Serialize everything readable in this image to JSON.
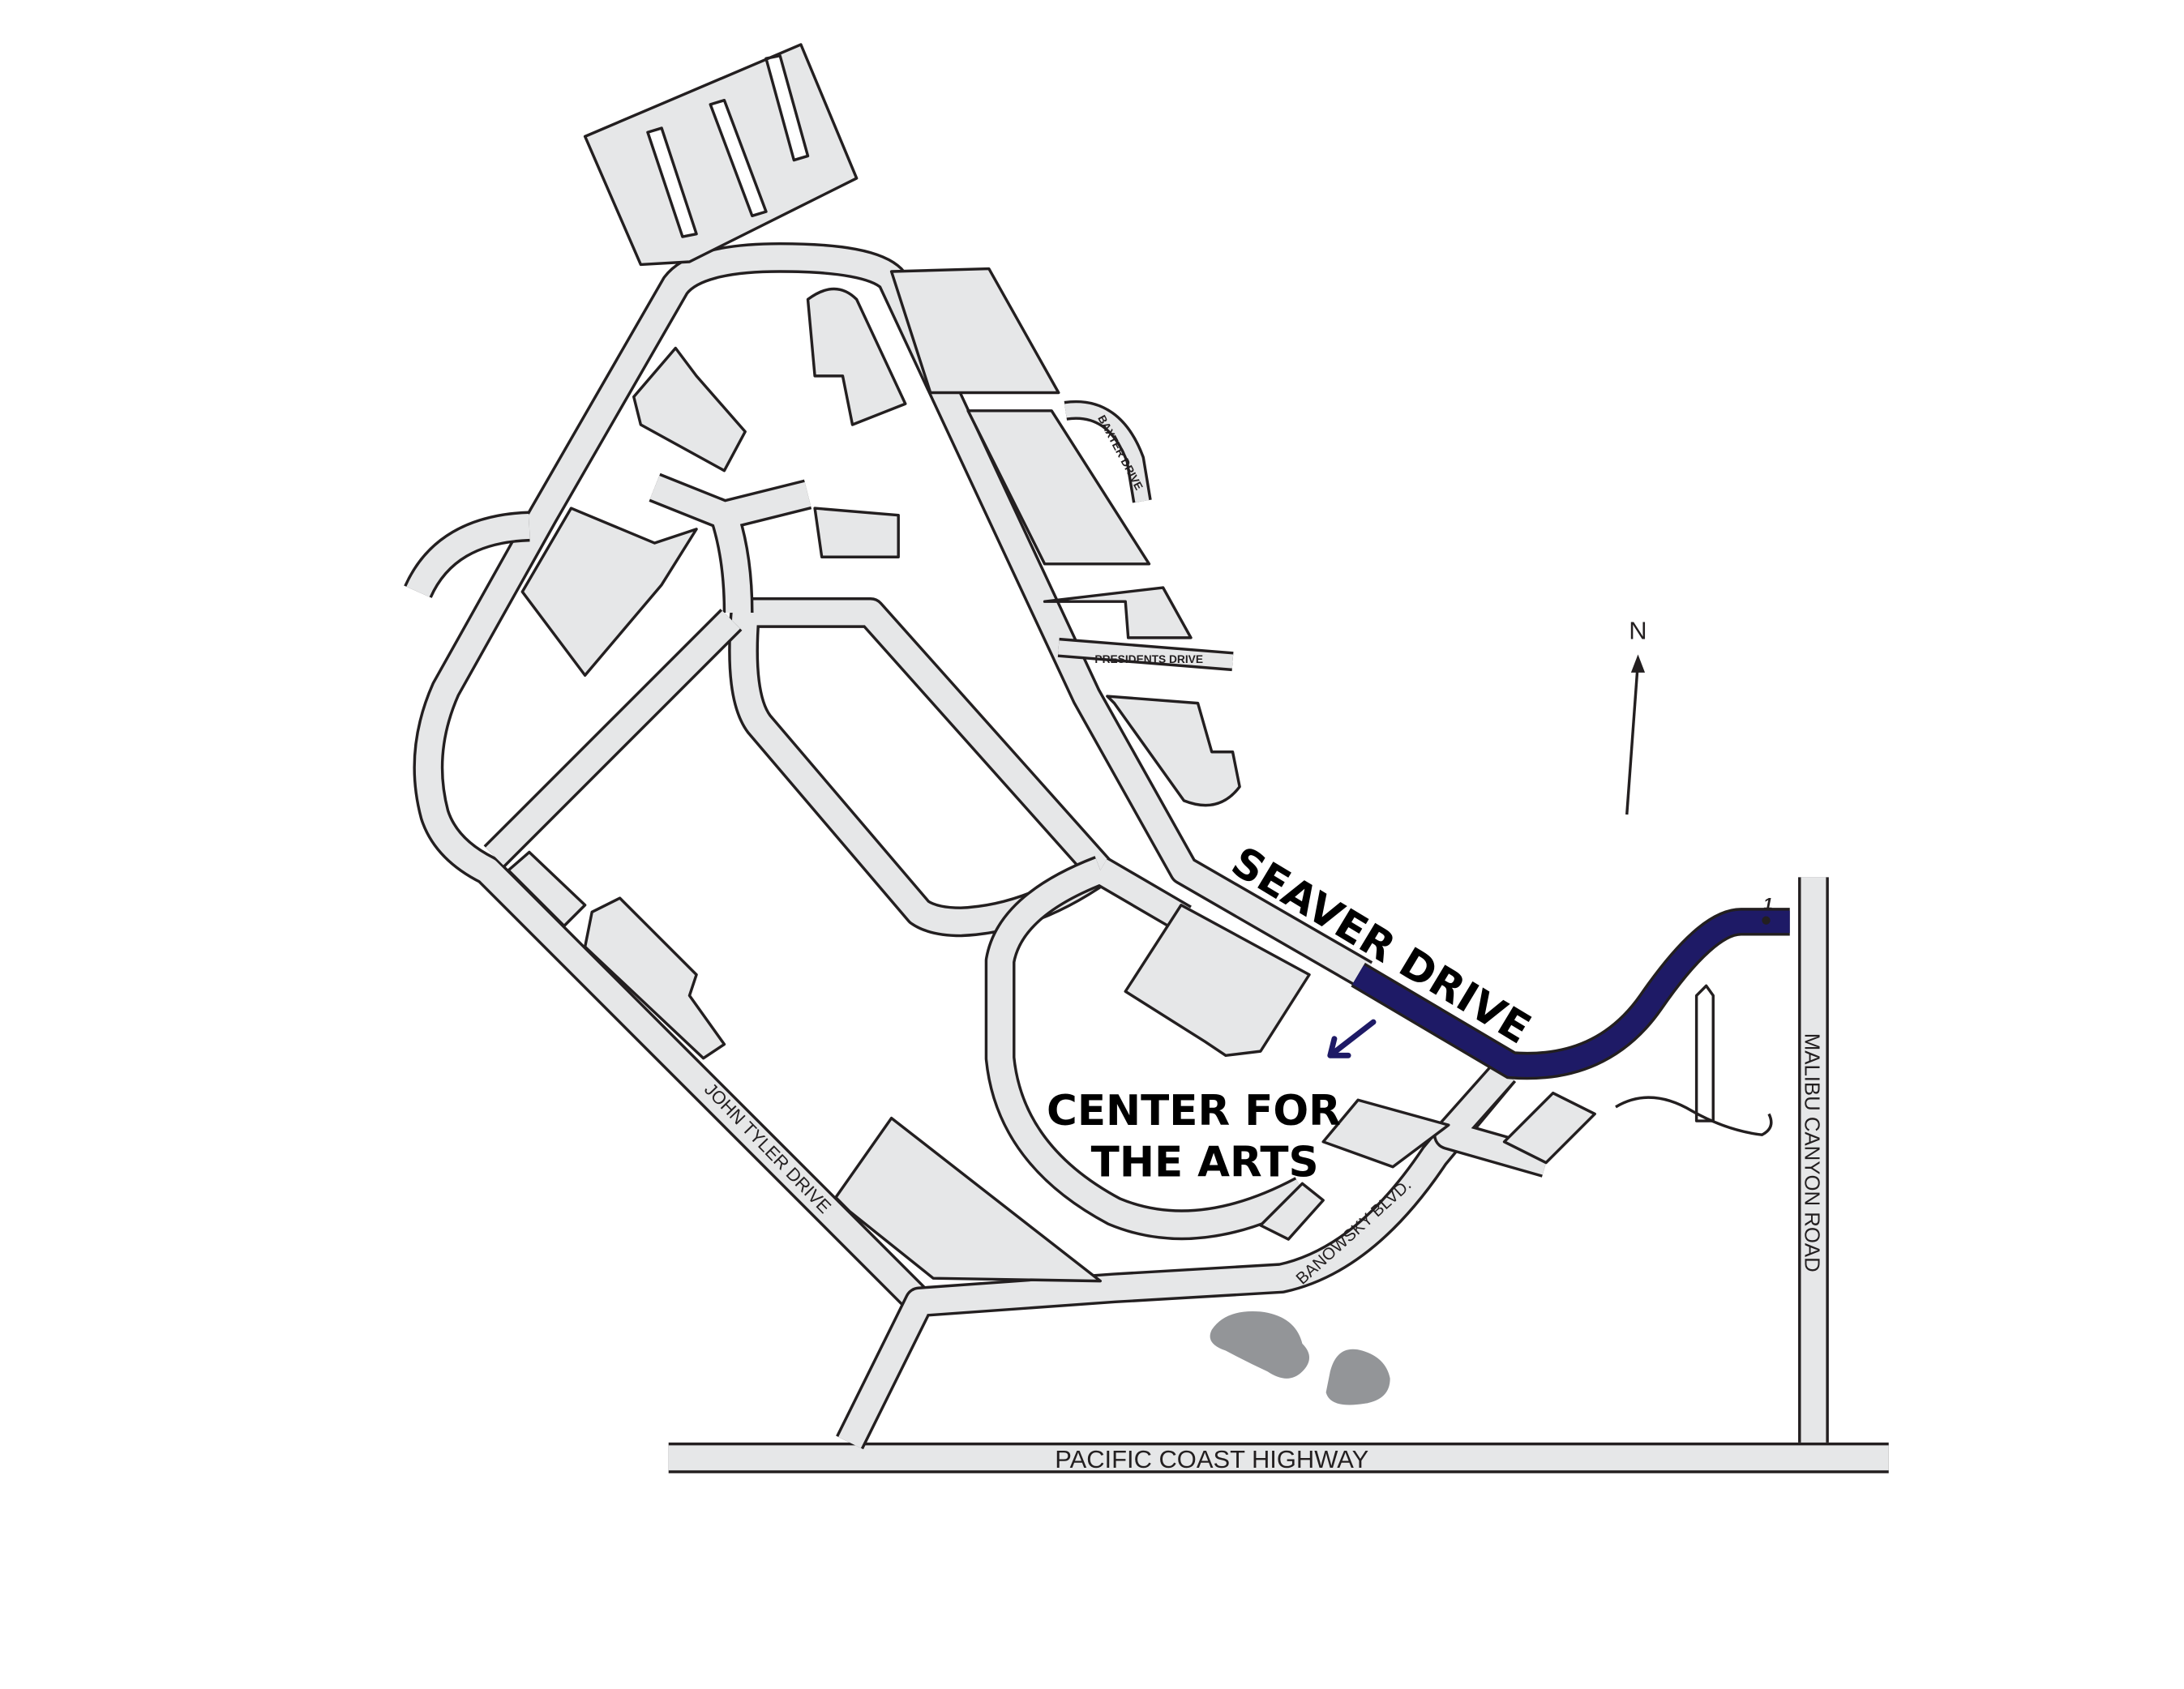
{
  "map": {
    "highlight_color": "#1e1a66",
    "road_fill": "#e6e7e8",
    "pond_color": "#939598",
    "labels": {
      "seaver_drive": "SEAVER DRIVE",
      "destination_line1": "CENTER FOR",
      "destination_line2": "THE ARTS",
      "john_tyler_drive": "JOHN TYLER DRIVE",
      "banowsky_blvd": "BANOWSKY BLVD.",
      "malibu_canyon_road": "MALIBU CANYON ROAD",
      "pacific_coast_highway": "PACIFIC  COAST  HIGHWAY",
      "baxter_drive": "BAXTER DRIVE",
      "presidents_drive": "PRESIDENTS DRIVE",
      "north": "N",
      "route_marker": "1"
    }
  }
}
